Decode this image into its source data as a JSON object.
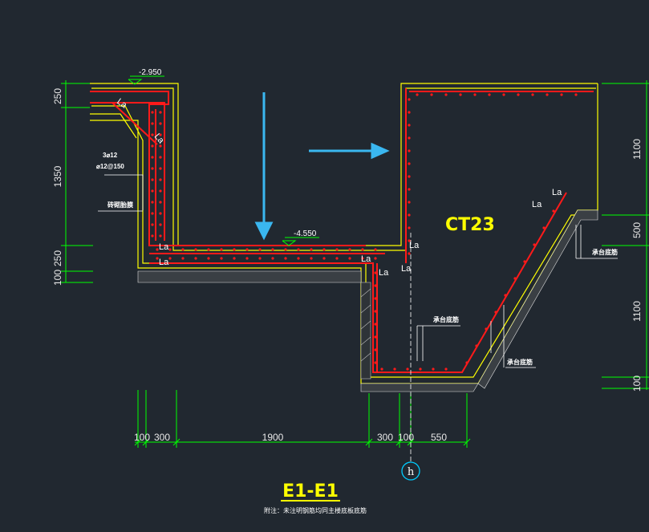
{
  "drawing": {
    "title": "E1-E1",
    "subtitle": "附注：未注明钢筋均同主楼底板底筋",
    "pit_label": "CT23",
    "axis_label": "h"
  },
  "elevations": {
    "top": "-2.950",
    "bottom": "-4.550"
  },
  "dims_bottom": [
    "100",
    "300",
    "1900",
    "300",
    "100",
    "550"
  ],
  "dims_left": [
    "250",
    "1350",
    "250",
    "100"
  ],
  "dims_right": [
    "1100",
    "500",
    "1100",
    "100"
  ],
  "annotations": {
    "rebar_1": "3⌀12",
    "rebar_2": "⌀12@150",
    "waterstop": "砖砌胎膜",
    "cap_bottom_1": "承台底筋",
    "cap_bottom_2": "承台底筋",
    "cap_bottom_3": "承台底筋",
    "la": "La"
  },
  "colors": {
    "background": "#212830",
    "concrete": "#ffff00",
    "rebar": "#ff1a1a",
    "dimension": "#00ff00",
    "arrow": "#3ab7f0",
    "text": "#ffffff"
  }
}
